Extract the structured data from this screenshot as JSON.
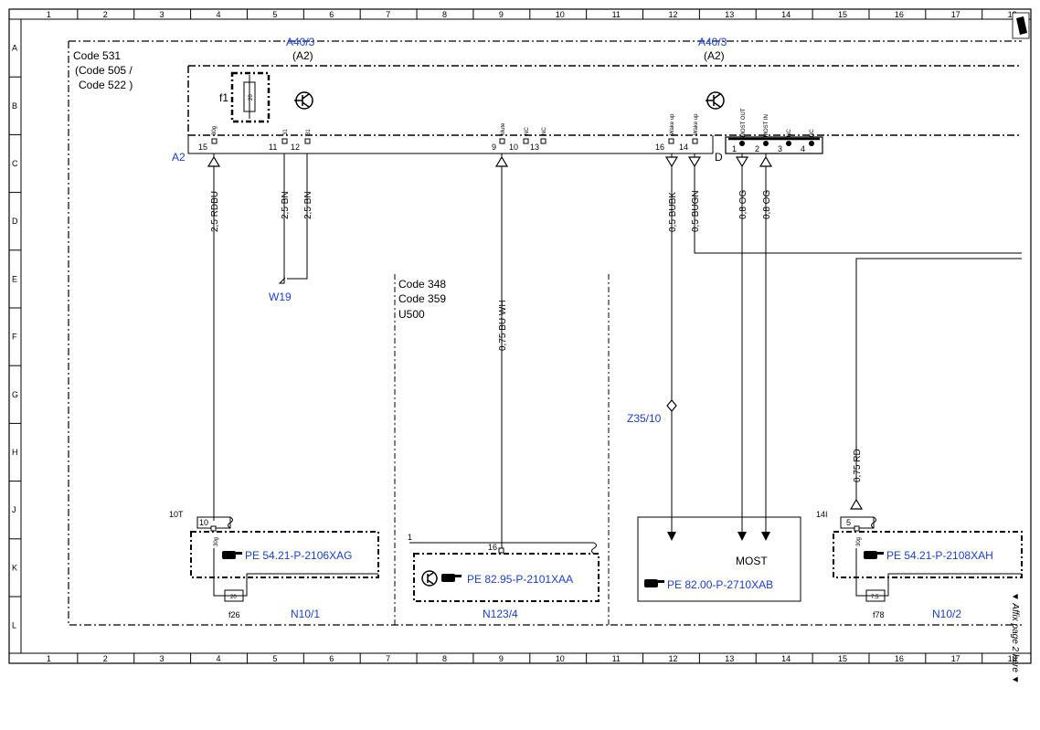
{
  "grid": {
    "columns": [
      "1",
      "2",
      "3",
      "4",
      "5",
      "6",
      "7",
      "8",
      "9",
      "10",
      "11",
      "12",
      "13",
      "14",
      "15",
      "16",
      "17",
      "18"
    ],
    "rows": [
      "A",
      "B",
      "C",
      "D",
      "E",
      "F",
      "G",
      "H",
      "J",
      "K",
      "L"
    ]
  },
  "module": {
    "title": "A40/3",
    "subtitle": "(A2)",
    "title_right": "A40/3",
    "subtitle_right": "(A2)",
    "code_line1": "Code 531",
    "code_line2": "(Code 505   /",
    "code_line3": "Code 522   )",
    "connector_a2": "A2",
    "connector_d": "D",
    "fuse_f1": "f1",
    "fuse_f1_value": "20"
  },
  "pins": {
    "p15": "15",
    "p11": "11",
    "p12": "12",
    "p9": "9",
    "p10": "10",
    "p13": "13",
    "p16": "16",
    "p14": "14",
    "d1": "1",
    "d2": "2",
    "d3": "3",
    "d4": "4",
    "sig_30g": "30g",
    "sig_31a": "31",
    "sig_31b": "31",
    "sig_mute": "Mute",
    "sig_nc1": "NC",
    "sig_nc2": "NC",
    "sig_wake1": "Wake up",
    "sig_wake2": "Wake up",
    "sig_most_out": "MOST OUT",
    "sig_most_in": "MOST IN",
    "sig_nc3": "NC",
    "sig_nc4": "NC"
  },
  "wires": {
    "rdbu": "2,5 RDBU",
    "bn1": "2,5 BN",
    "bn2": "2,5 BN",
    "buwh": "0,75 BU WH",
    "bubk": "0,5 BUBK",
    "bugn": "0,5 BUGN",
    "og1": "0,8 OG",
    "og2": "0,8 OG",
    "rd": "0,75 RD"
  },
  "ground": {
    "label": "W19"
  },
  "splice": {
    "label": "Z35/10"
  },
  "codes": {
    "line1": "Code 348",
    "line2": "Code 359",
    "line3": "U500"
  },
  "components": {
    "n10_1": {
      "ref": "PE 54.21-P-2106XAG",
      "name": "N10/1",
      "fuse": "f26",
      "fuse_value": "20",
      "terminal": "10T",
      "pin": "10",
      "sig": "30g"
    },
    "n123_4": {
      "ref": "PE 82.95-P-2101XAA",
      "name": "N123/4",
      "pin_marker": "1",
      "pin": "16"
    },
    "most": {
      "ref": "PE 82.00-P-2710XAB",
      "label": "MOST"
    },
    "n10_2": {
      "ref": "PE 54.21-P-2108XAH",
      "name": "N10/2",
      "fuse": "f78",
      "fuse_value": "7,5",
      "terminal": "14I",
      "pin": "5",
      "sig": "30g"
    }
  },
  "page_note": "▼ Affix page 2 here ▼",
  "colors": {
    "link": "#1a3fd6",
    "line": "#000000"
  }
}
